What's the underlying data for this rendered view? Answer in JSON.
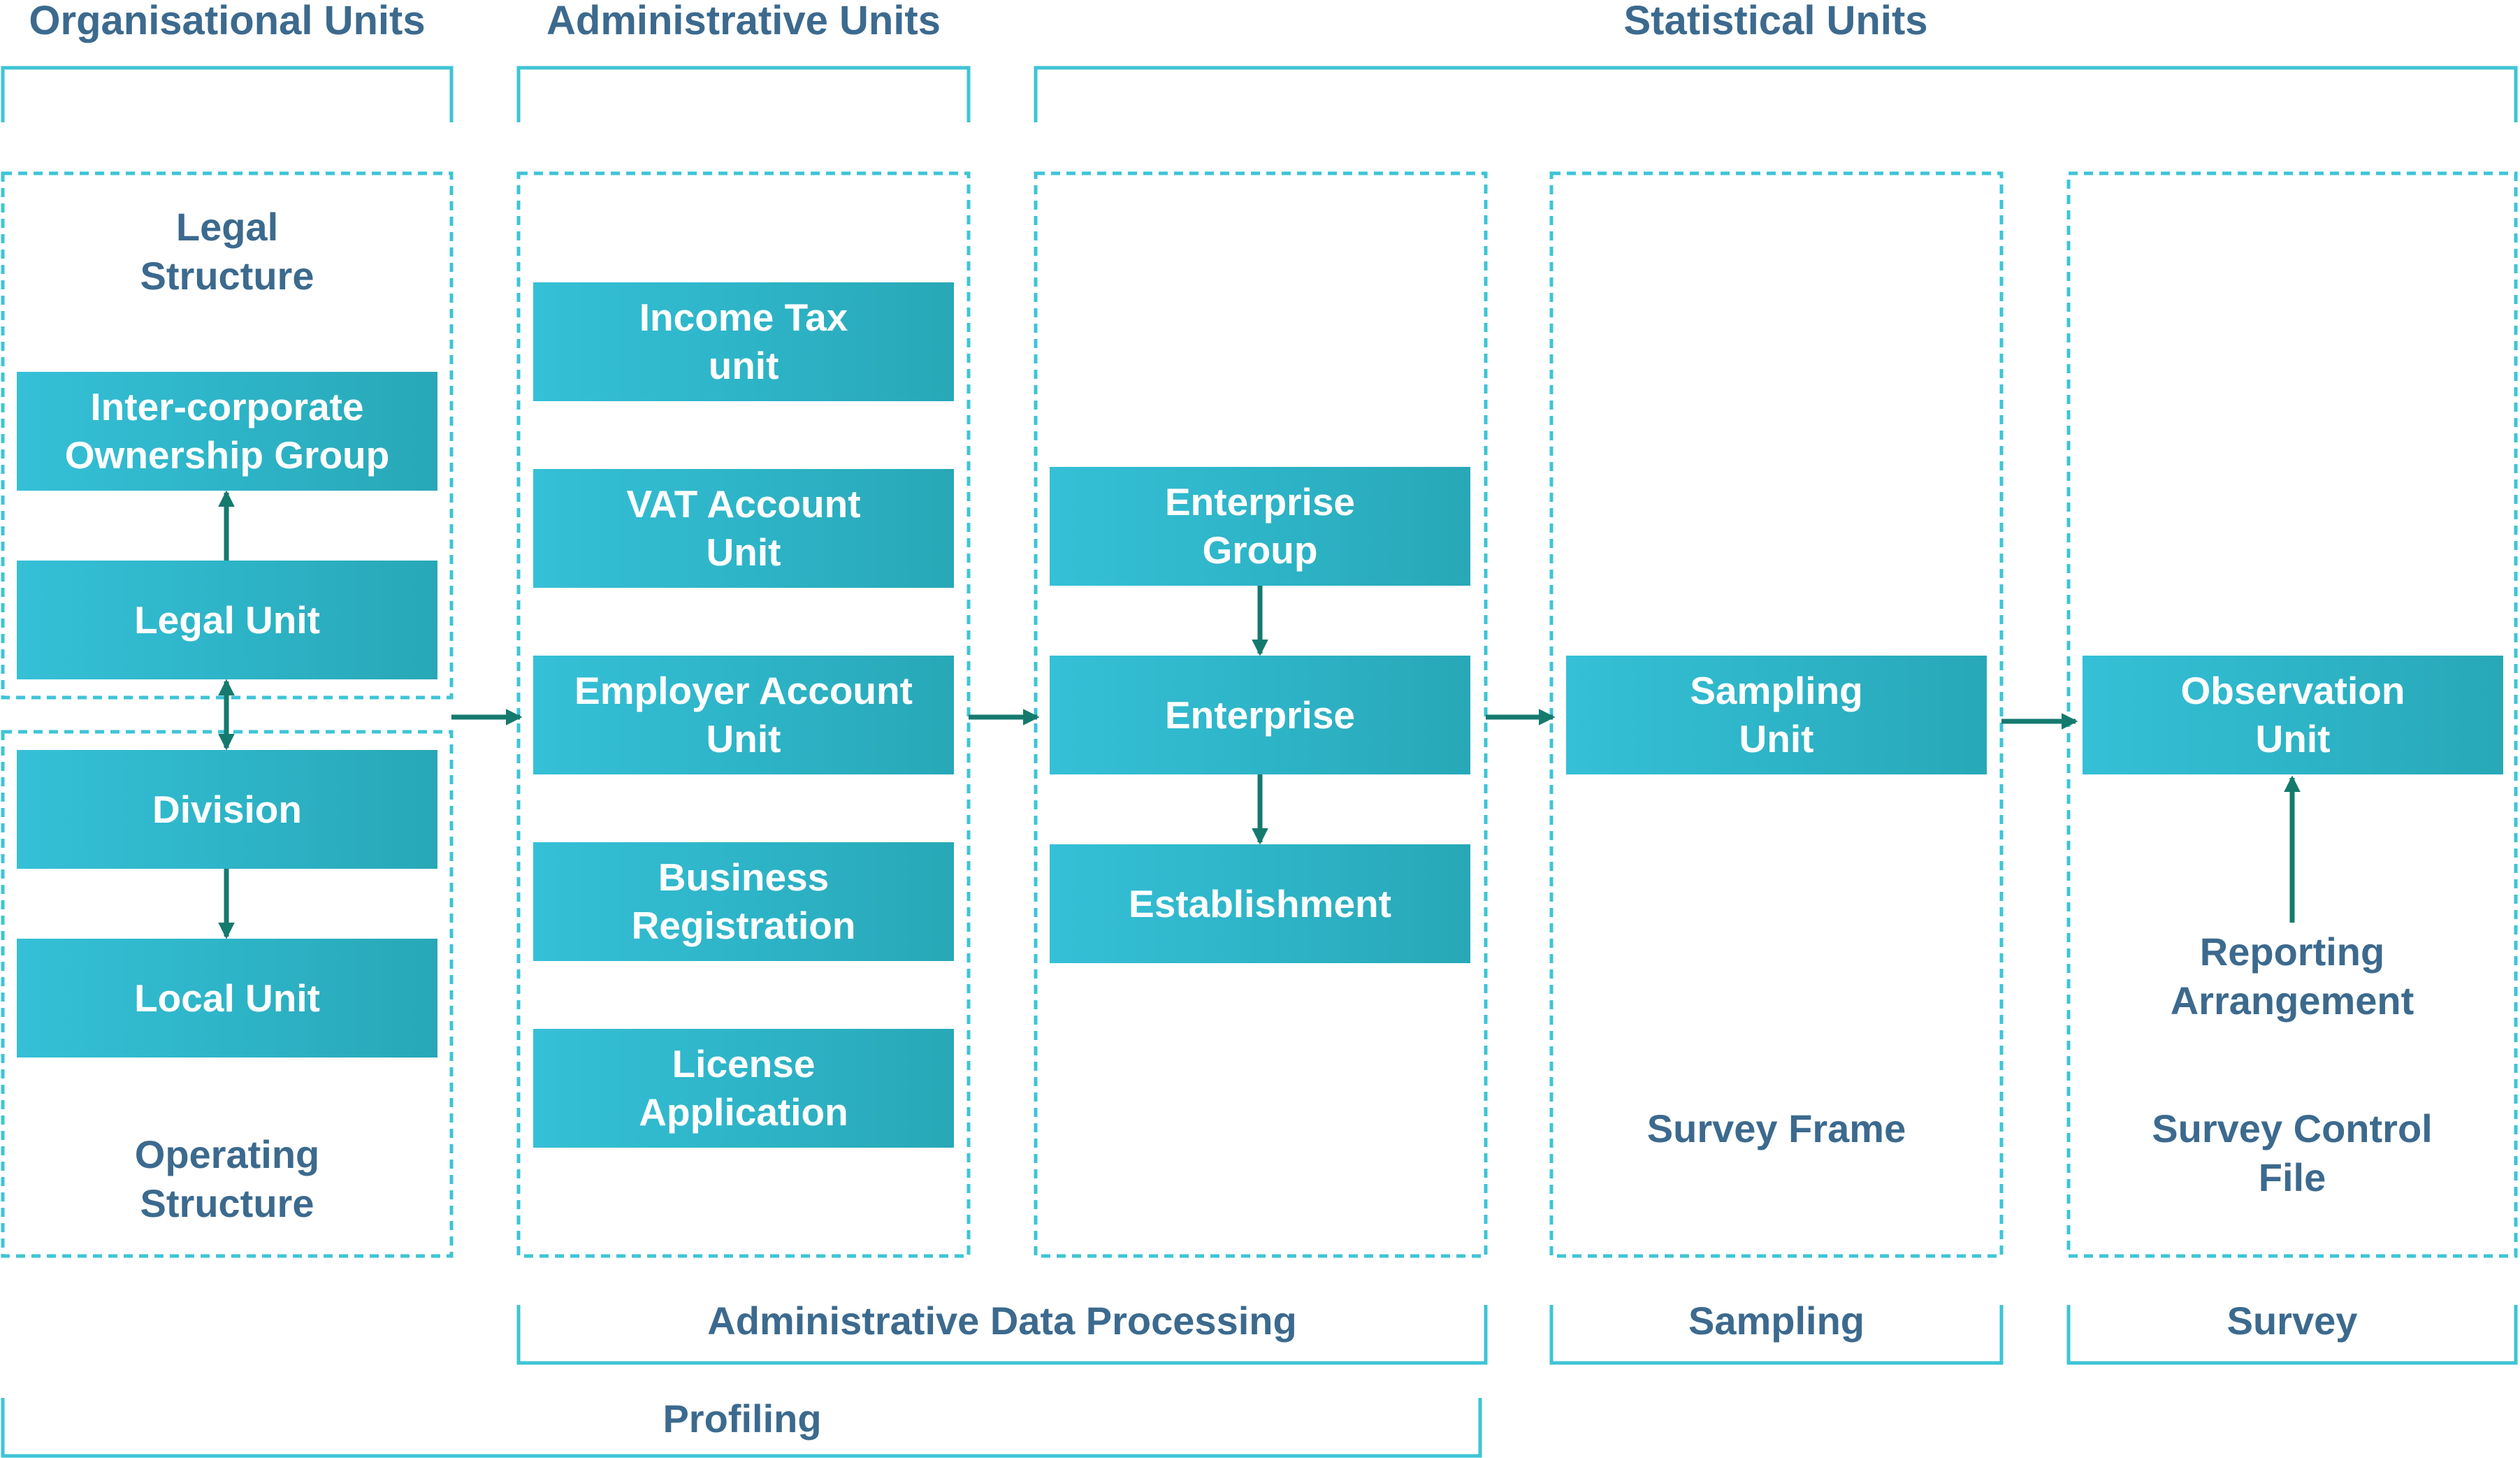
{
  "headers": {
    "organisational": "Organisational Units",
    "administrative": "Administrative Units",
    "statistical": "Statistical Units"
  },
  "footers": {
    "admin_processing": "Administrative Data Processing",
    "sampling": "Sampling",
    "survey": "Survey",
    "profiling": "Profiling"
  },
  "organisational": {
    "legal_structure": "Legal\nStructure",
    "operating_structure": "Operating\nStructure",
    "units": {
      "intercorporate": "Inter-corporate\nOwnership Group",
      "legal_unit": "Legal Unit",
      "division": "Division",
      "local_unit": "Local Unit"
    }
  },
  "administrative": {
    "units": {
      "income_tax": "Income Tax\nunit",
      "vat_account": "VAT Account\nUnit",
      "employer_account": "Employer Account\nUnit",
      "business_registration": "Business\nRegistration",
      "license_application": "License\nApplication"
    }
  },
  "statistical": {
    "units": {
      "enterprise_group": "Enterprise\nGroup",
      "enterprise": "Enterprise",
      "establishment": "Establishment",
      "sampling_unit": "Sampling\nUnit",
      "observation_unit": "Observation\nUnit"
    },
    "survey_frame": "Survey Frame",
    "reporting_arrangement": "Reporting\nArrangement",
    "survey_control_file": "Survey Control\nFile"
  },
  "colors": {
    "unit_box": "#2db3c6",
    "dashed_border": "#3ec4d6",
    "bracket": "#3ec4d6",
    "arrow": "#157a6e",
    "label_text": "#3c6a8e",
    "unit_text": "#ffffff"
  }
}
